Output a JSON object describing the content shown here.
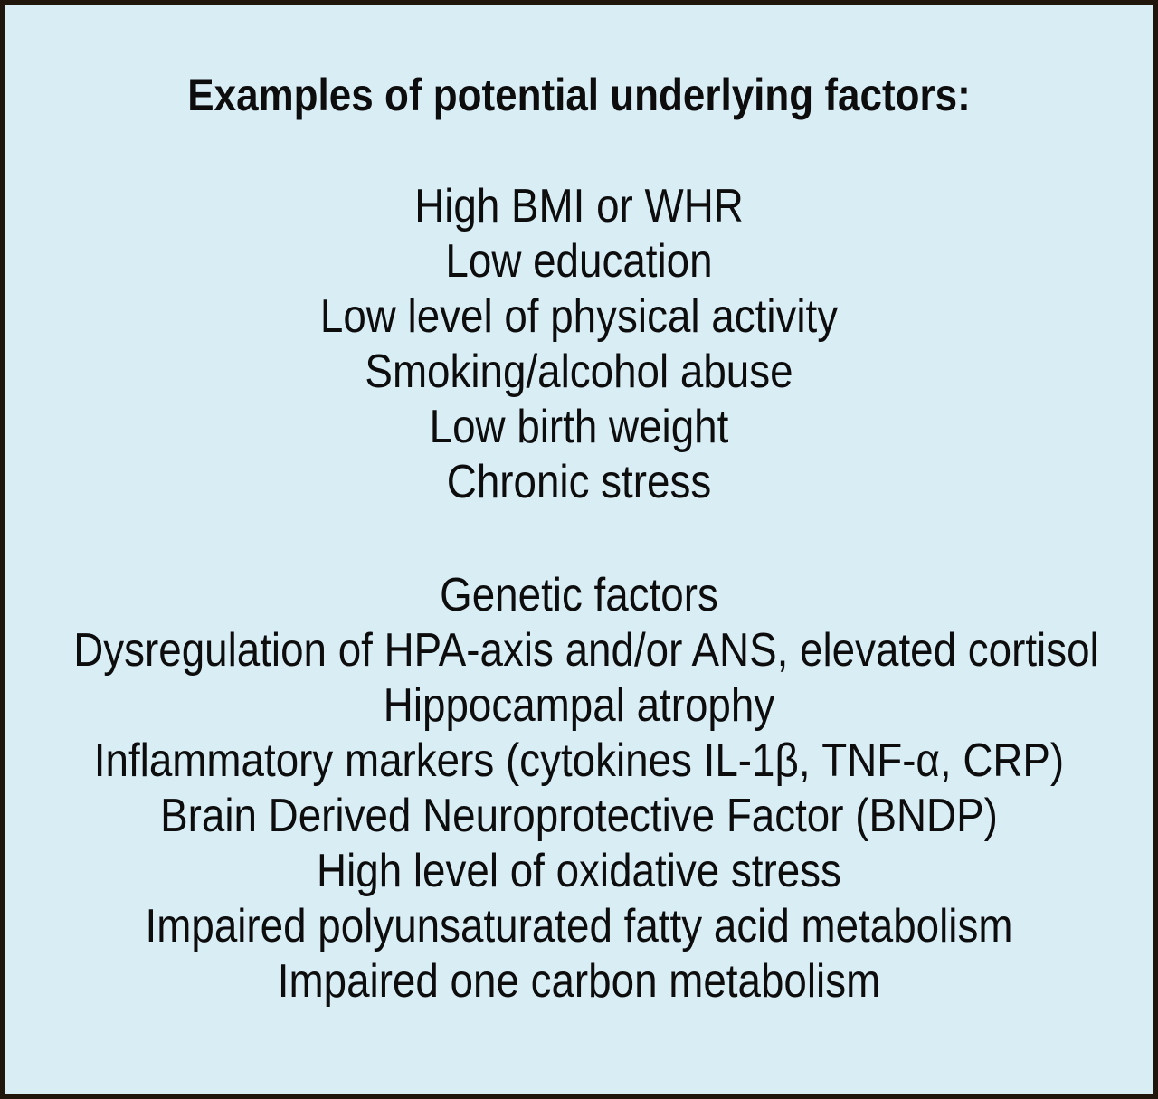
{
  "panel": {
    "title": "Examples of potential underlying factors:",
    "lifestyle_factors": [
      "High BMI or WHR",
      "Low education",
      "Low level of physical activity",
      "Smoking/alcohol abuse",
      "Low birth weight",
      "Chronic stress"
    ],
    "biological_factors": [
      "Genetic factors",
      "Dysregulation of HPA-axis and/or ANS, elevated cortisol",
      "Hippocampal atrophy",
      "Inflammatory markers (cytokines IL-1β, TNF-α, CRP)",
      "Brain Derived Neuroprotective Factor (BNDP)",
      "High level of oxidative stress",
      "Impaired polyunsaturated fatty acid metabolism",
      "Impaired one carbon metabolism"
    ],
    "colors": {
      "background": "#d9edf5",
      "border": "#20160b",
      "text": "#0d0d0d"
    }
  }
}
